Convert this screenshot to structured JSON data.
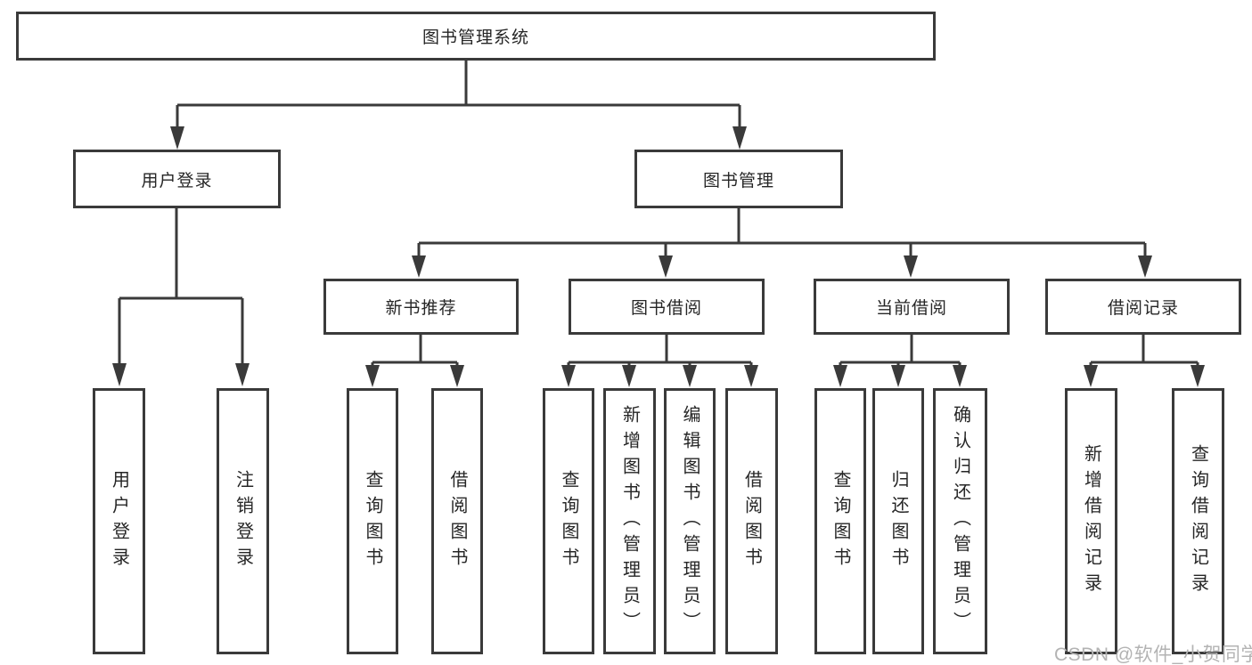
{
  "tree": {
    "root": "图书管理系统",
    "branches": [
      {
        "label": "用户登录",
        "children": [
          "用户登录",
          "注销登录"
        ]
      },
      {
        "label": "图书管理",
        "children": [
          {
            "label": "新书推荐",
            "children": [
              "查询图书",
              "借阅图书"
            ]
          },
          {
            "label": "图书借阅",
            "children": [
              "查询图书",
              "新增图书（管理员）",
              "编辑图书（管理员）",
              "借阅图书"
            ]
          },
          {
            "label": "当前借阅",
            "children": [
              "查询图书",
              "归还图书",
              "确认归还（管理员）"
            ]
          },
          {
            "label": "借阅记录",
            "children": [
              "新增借阅记录",
              "查询借阅记录"
            ]
          }
        ]
      }
    ]
  },
  "watermark": "CSDN @软件_小贺同学",
  "colors": {
    "line": "#3a3a3a",
    "box_border": "#3a3a3a",
    "box_fill": "#ffffff",
    "text": "#262626",
    "watermark": "#b3b3b3",
    "background": "#ffffff"
  }
}
